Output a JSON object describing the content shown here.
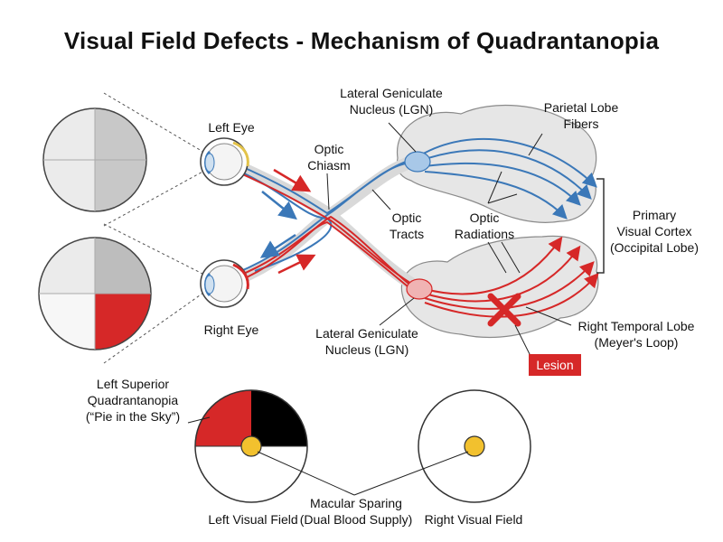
{
  "title": "Visual Field Defects - Mechanism of Quadrantanopia",
  "labels": {
    "left_eye": "Left Eye",
    "right_eye": "Right Eye",
    "optic_chiasm": [
      "Optic",
      "Chiasm"
    ],
    "lgn_top": [
      "Lateral Geniculate",
      "Nucleus (LGN)"
    ],
    "lgn_bottom": [
      "Lateral Geniculate",
      "Nucleus (LGN)"
    ],
    "optic_tracts": [
      "Optic",
      "Tracts"
    ],
    "optic_radiations": [
      "Optic",
      "Radiations"
    ],
    "parietal_fibers": [
      "Parietal Lobe",
      "Fibers"
    ],
    "visual_cortex": [
      "Primary",
      "Visual Cortex",
      "(Occipital Lobe)"
    ],
    "temporal_lobe": [
      "Right Temporal Lobe",
      "(Meyer's Loop)"
    ],
    "lesion": "Lesion",
    "left_superior": [
      "Left Superior",
      "Quadrantanopia",
      "(“Pie in the Sky”)"
    ],
    "macular": [
      "Macular Sparing",
      "(Dual Blood Supply)"
    ],
    "left_visual_field": "Left Visual Field",
    "right_visual_field": "Right Visual Field"
  },
  "colors": {
    "red": "#d62828",
    "blue": "#3b78b8",
    "black": "#000000",
    "macula": "#f2c12e",
    "gray_light": "#e4e4e4",
    "gray_dark": "#bdbdbd",
    "brain": "#e6e6e6"
  }
}
